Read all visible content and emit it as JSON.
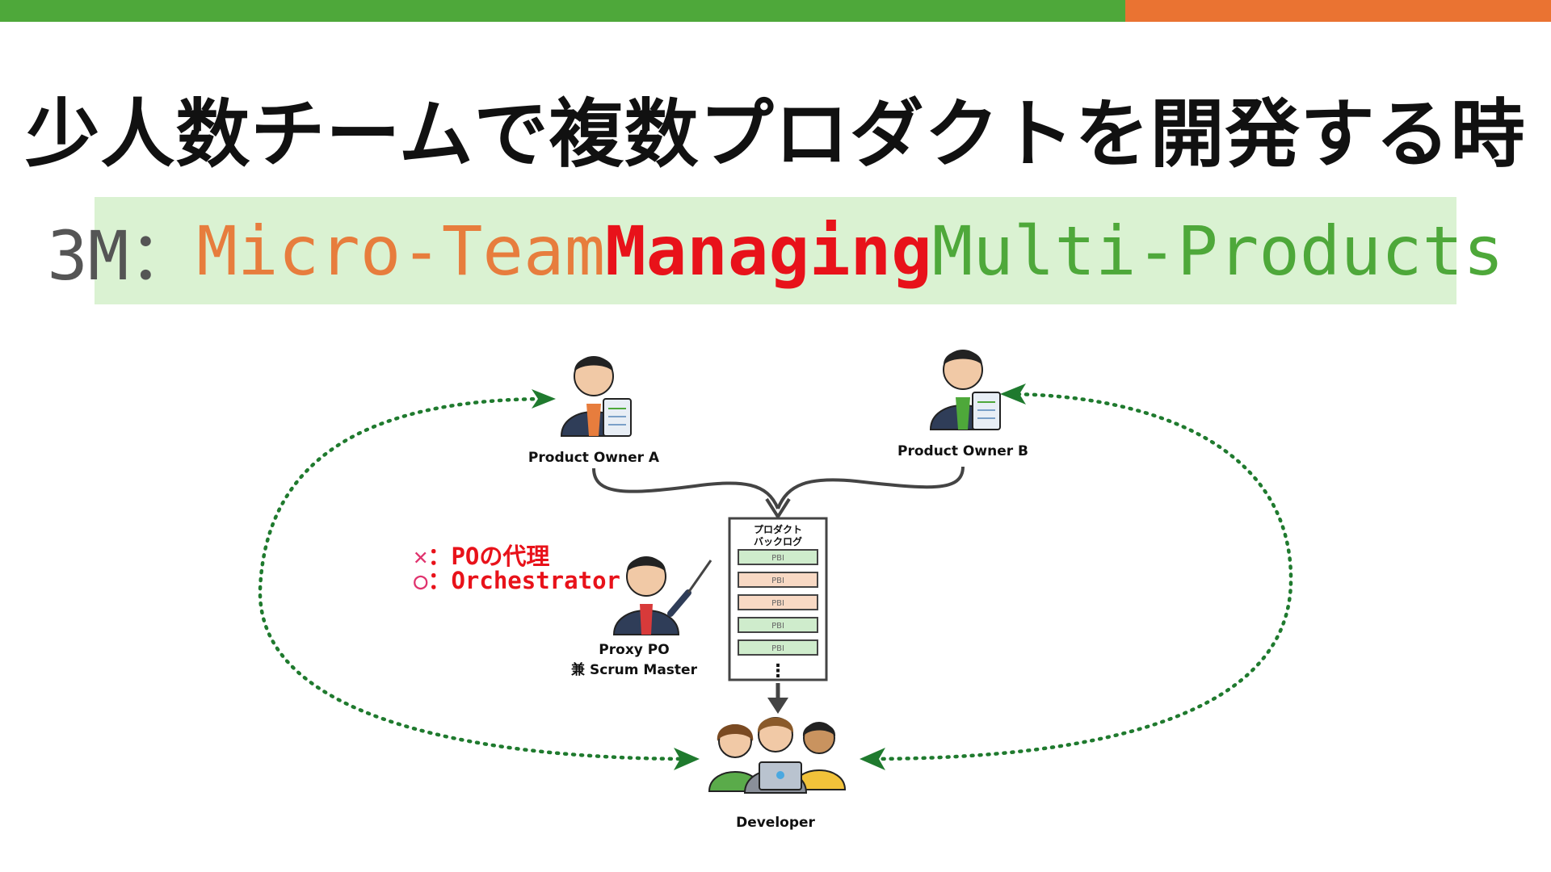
{
  "header": {
    "accent_left": "#4ea83a",
    "accent_right": "#ea7332"
  },
  "title": "少人数チームで複数プロダクトを開発する時代",
  "banner": {
    "prefix": "3M：",
    "part1": "Micro-Team",
    "part2": "Managing",
    "part3": "Multi-Products",
    "background": "#daf2d2",
    "colors": {
      "prefix": "#555555",
      "part1": "#e77d3d",
      "part2": "#e8121a",
      "part3": "#4ea83a"
    }
  },
  "diagram": {
    "product_owner_a": "Product Owner A",
    "product_owner_b": "Product Owner B",
    "proxy_po_line1": "Proxy PO",
    "proxy_po_line2": "兼 Scrum Master",
    "developer": "Developer",
    "backlog": {
      "title_line1": "プロダクト",
      "title_line2": "バックログ",
      "items": [
        "PBI",
        "PBI",
        "PBI",
        "PBI",
        "PBI"
      ],
      "item_colors": [
        "#cfeccc",
        "#f8d9c4",
        "#f8d9c4",
        "#cfeccc",
        "#cfeccc"
      ],
      "more": "⋮"
    },
    "note": {
      "x_mark": "✕",
      "x_text": "：POの代理",
      "o_mark": "○",
      "o_text": "：Orchestrator"
    },
    "icons": [
      "person-with-tablet-icon",
      "person-with-tablet-icon",
      "person-with-pointer-icon",
      "developer-team-icon"
    ],
    "loop_color": "#1f7a2e"
  }
}
